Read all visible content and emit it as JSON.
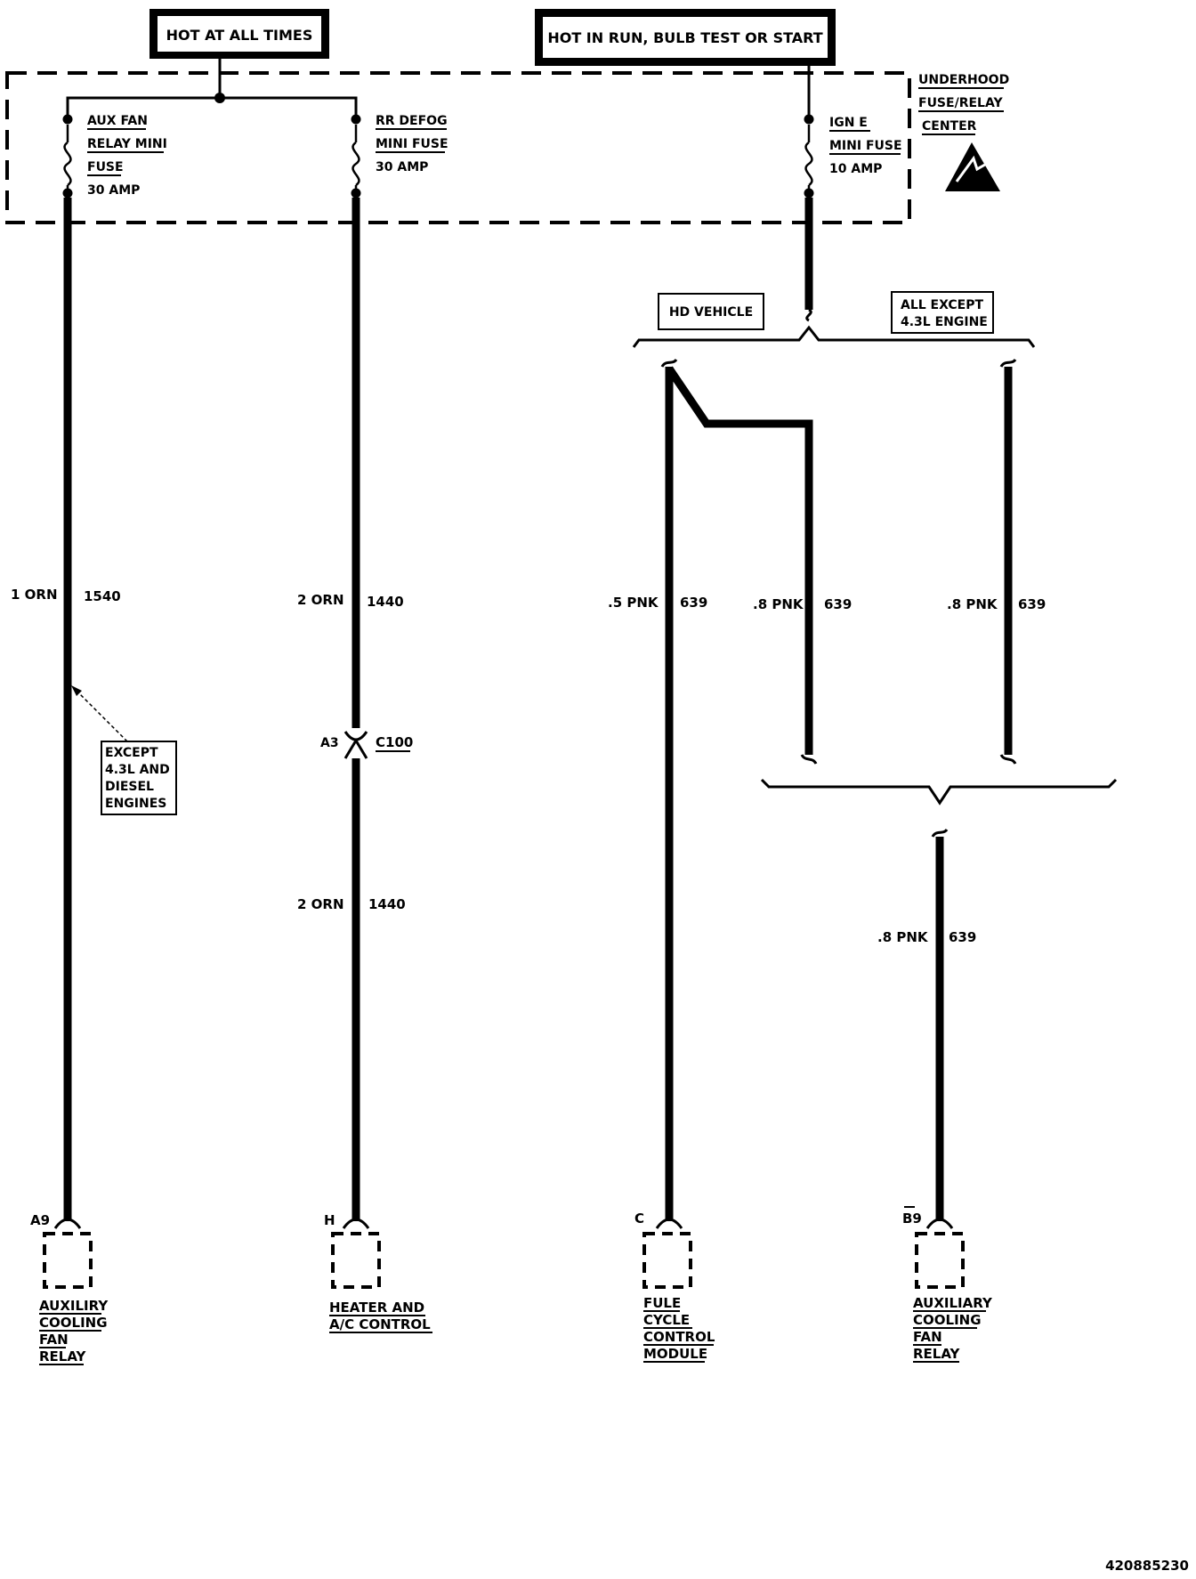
{
  "headers": {
    "hot_always": "HOT AT ALL TIMES",
    "hot_run": "HOT IN RUN, BULB TEST OR START"
  },
  "fuse_center": {
    "line1": "UNDERHOOD",
    "line2": "FUSE/RELAY",
    "line3": "CENTER"
  },
  "fuses": {
    "aux_fan": [
      "AUX FAN",
      "RELAY MINI",
      "FUSE",
      "30 AMP"
    ],
    "rr_defog": [
      "RR DEFOG",
      "MINI FUSE",
      "30 AMP"
    ],
    "ign_e": [
      "IGN E",
      "MINI FUSE",
      "10 AMP"
    ]
  },
  "options": {
    "hd_vehicle": "HD VEHICLE",
    "all_except": [
      "ALL EXCEPT",
      "4.3L ENGINE"
    ]
  },
  "wires": {
    "w1_color": "1 ORN",
    "w1_circuit": "1540",
    "w2_color": "2 ORN",
    "w2_circuit": "1440",
    "w2b_color": "2 ORN",
    "w2b_circuit": "1440",
    "w3_color": ".5 PNK",
    "w3_circuit": "639",
    "w4_color": ".8 PNK",
    "w4_circuit": "639",
    "w5_color": ".8 PNK",
    "w5_circuit": "639",
    "w6_color": ".8 PNK",
    "w6_circuit": "639"
  },
  "note_except": [
    "EXCEPT",
    "4.3L AND",
    "DIESEL",
    "ENGINES"
  ],
  "connector": {
    "pin": "A3",
    "name": "C100"
  },
  "terminals": {
    "t1_pin": "A9",
    "t1_name": [
      "AUXILIRY",
      "COOLING",
      "FAN",
      "RELAY"
    ],
    "t2_pin": "H",
    "t2_name": [
      "HEATER AND",
      "A/C CONTROL"
    ],
    "t3_pin": "C",
    "t3_name": [
      "FULE",
      "CYCLE",
      "CONTROL",
      "MODULE"
    ],
    "t4_pin": "B9",
    "t4_name": [
      "AUXILIARY",
      "COOLING",
      "FAN",
      "RELAY"
    ]
  },
  "figure_id": "420885230"
}
